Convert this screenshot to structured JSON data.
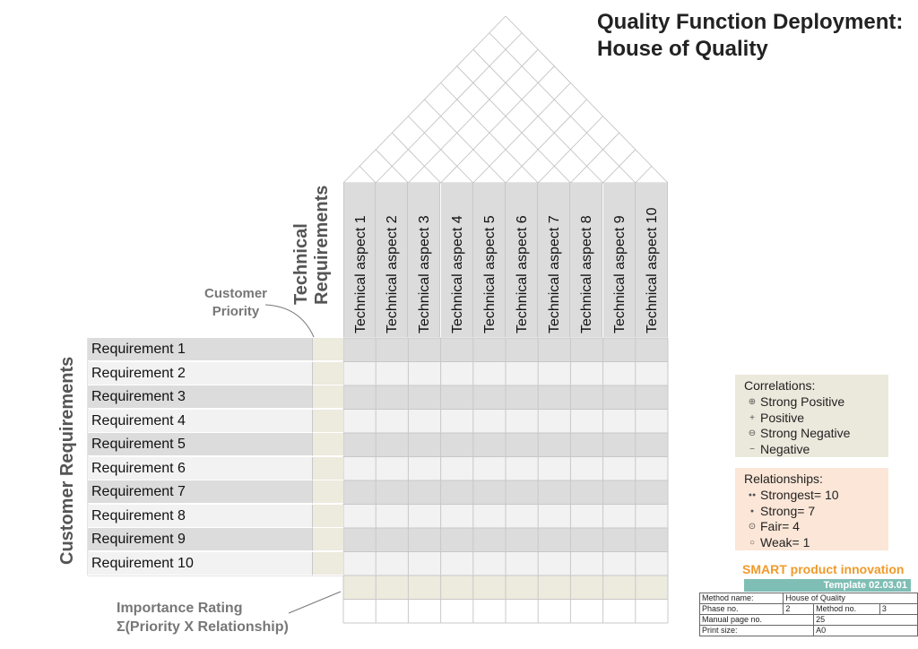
{
  "title": {
    "line1": "Quality Function Deployment:",
    "line2": "House of Quality"
  },
  "labels": {
    "technical_requirements": [
      "Technical",
      "Requirements"
    ],
    "customer_requirements": "Customer Requirements",
    "customer_priority": [
      "Customer",
      "Priority"
    ],
    "importance_rating": [
      "Importance Rating",
      "Σ(Priority X Relationship)"
    ]
  },
  "technical_aspects": [
    "Technical aspect 1",
    "Technical aspect 2",
    "Technical aspect 3",
    "Technical aspect 4",
    "Technical aspect  5",
    "Technical aspect  6",
    "Technical aspect 7",
    "Technical aspect 8",
    "Technical aspect 9",
    "Technical aspect 10"
  ],
  "requirements": [
    "Requirement 1",
    "Requirement 2",
    "Requirement 3",
    "Requirement 4",
    "Requirement 5",
    "Requirement 6",
    "Requirement 7",
    "Requirement 8",
    "Requirement 9",
    "Requirement 10"
  ],
  "correlations": {
    "title": "Correlations:",
    "items": [
      {
        "label": "Strong Positive",
        "symbol": "⊕"
      },
      {
        "label": "Positive",
        "symbol": "+"
      },
      {
        "label": "Strong Negative",
        "symbol": "⊖"
      },
      {
        "label": "Negative",
        "symbol": "−"
      }
    ]
  },
  "relationships": {
    "title": "Relationships:",
    "items": [
      {
        "label": "Strongest= 10",
        "symbol": "●●"
      },
      {
        "label": "Strong= 7",
        "symbol": "●"
      },
      {
        "label": "Fair= 4",
        "symbol": "⊙"
      },
      {
        "label": "Weak= 1",
        "symbol": "○"
      }
    ]
  },
  "footer": {
    "brand": "SMART product innovation",
    "template": "Template 02.03.01",
    "method_name_label": "Method name:",
    "method_name": "House of Quality",
    "phase_label": "Phase no.",
    "phase": "2",
    "method_no_label": "Method no.",
    "method_no": "3",
    "manual_page_label": "Manual page no.",
    "manual_page": "25",
    "print_size_label": "Print size:",
    "print_size": "A0"
  },
  "colors": {
    "row_dark": "#dcdcdc",
    "row_light": "#f2f2f2",
    "priority_cell": "#edeade",
    "correlation_box": "#ebe8dc",
    "relationship_box": "#fbe6d7",
    "template_bar": "#7fbeb5",
    "brand_orange": "#f09a2a"
  }
}
